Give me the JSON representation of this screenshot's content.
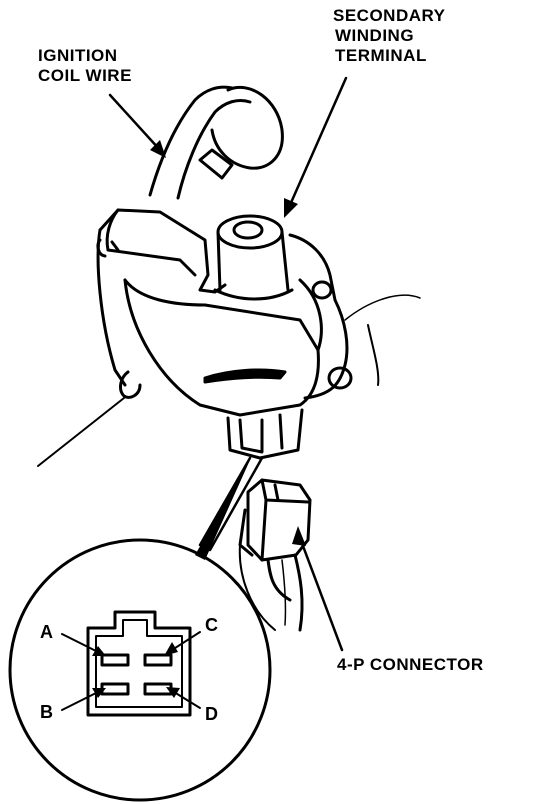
{
  "labels": {
    "secondary_line1": "SECONDARY",
    "secondary_line2": "WINDING",
    "secondary_line3": "TERMINAL",
    "ignition_line1": "IGNITION",
    "ignition_line2": "COIL WIRE",
    "connector": "4-P CONNECTOR"
  },
  "pins": {
    "a": "A",
    "b": "B",
    "c": "C",
    "d": "D"
  },
  "colors": {
    "ink": "#000000",
    "paper": "#ffffff"
  }
}
